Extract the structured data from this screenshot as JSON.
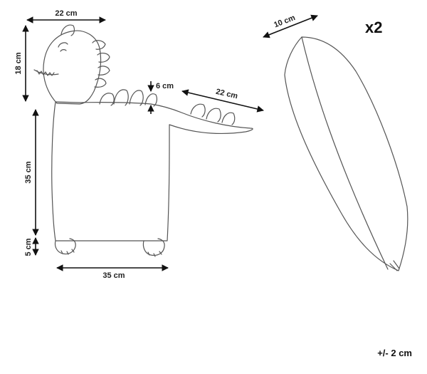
{
  "quantity": "x2",
  "tolerance": "+/- 2 cm",
  "dimensions": {
    "head_width": "22 cm",
    "head_height": "18 cm",
    "spike_height": "6 cm",
    "tail_length": "22 cm",
    "body_height": "35 cm",
    "feet_height": "5 cm",
    "body_width": "35 cm",
    "pillow_thickness": "10 cm"
  }
}
